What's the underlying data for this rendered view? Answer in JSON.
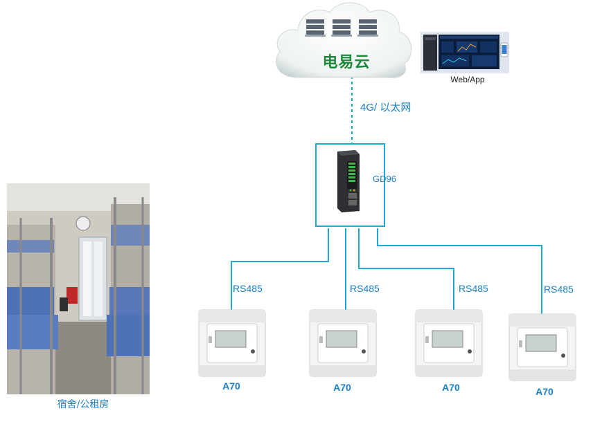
{
  "cloud": {
    "label": "电易云",
    "icon": "server-stack-icon"
  },
  "web_app": {
    "label": "Web/App"
  },
  "network": {
    "label": "4G/ 以太网"
  },
  "gateway": {
    "label": "GD96"
  },
  "links": [
    {
      "label": "RS485"
    },
    {
      "label": "RS485"
    },
    {
      "label": "RS485"
    },
    {
      "label": "RS485"
    }
  ],
  "meters": [
    {
      "label": "A70"
    },
    {
      "label": "A70"
    },
    {
      "label": "A70"
    },
    {
      "label": "A70"
    }
  ],
  "room": {
    "caption": "宿舍/公租房"
  },
  "colors": {
    "wire": "#1aa8d8",
    "label": "#1a7fc8",
    "cloud_text": "#1b8a3a"
  }
}
